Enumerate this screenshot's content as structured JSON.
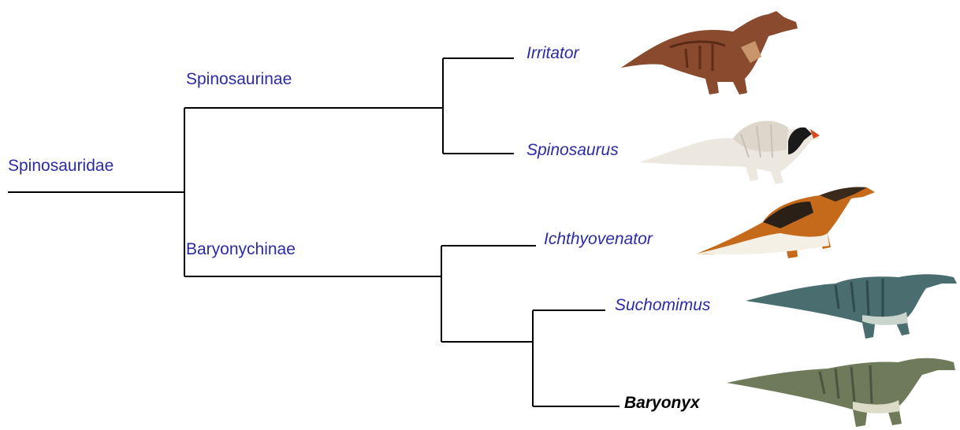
{
  "colors": {
    "link": "#2b2ba8",
    "focus": "#000000",
    "line": "#000000"
  },
  "clades": {
    "root": "Spinosauridae",
    "spinosaurinae": "Spinosaurinae",
    "baryonychinae": "Baryonychinae"
  },
  "taxa": {
    "irritator": "Irritator",
    "spinosaurus": "Spinosaurus",
    "ichthyovenator": "Ichthyovenator",
    "suchomimus": "Suchomimus",
    "baryonyx": "Baryonyx"
  },
  "illustrations": [
    "irritator-illustration",
    "spinosaurus-illustration",
    "ichthyovenator-illustration",
    "suchomimus-illustration",
    "baryonyx-illustration"
  ]
}
